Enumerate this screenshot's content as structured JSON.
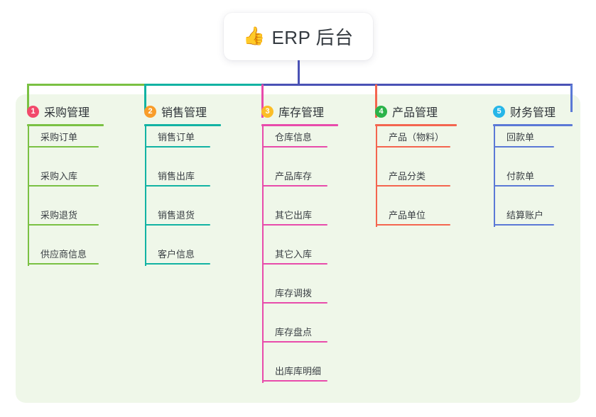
{
  "root": {
    "icon": "thumbs-up-icon",
    "emoji": "👍",
    "title": "ERP 后台"
  },
  "colors": {
    "panel_background": "#eff7e9",
    "root_stem": "#4a52b5",
    "bus_green": "#7ac143",
    "bus_teal": "#12b3a3",
    "bus_indigo": "#4a52b5",
    "col1": "#7ac143",
    "col2": "#12b3a3",
    "col3": "#e84bab",
    "col4": "#f4654f",
    "col5": "#5b79d6",
    "badge1": "#f2496b",
    "badge2": "#f99d2a",
    "badge3": "#fbbe27",
    "badge4": "#2bb34a",
    "badge5": "#26b6e8"
  },
  "columns": [
    {
      "index": "1",
      "badge": "1",
      "title": "采购管理",
      "badge_color": "#f2496b",
      "line_color": "#7ac143",
      "items": [
        {
          "label": "采购订单"
        },
        {
          "label": "采购入库"
        },
        {
          "label": "采购退货"
        },
        {
          "label": "供应商信息"
        }
      ]
    },
    {
      "index": "2",
      "badge": "2",
      "title": "销售管理",
      "badge_color": "#f99d2a",
      "line_color": "#12b3a3",
      "items": [
        {
          "label": "销售订单"
        },
        {
          "label": "销售出库"
        },
        {
          "label": "销售退货"
        },
        {
          "label": "客户信息"
        }
      ]
    },
    {
      "index": "3",
      "badge": "3",
      "title": "库存管理",
      "badge_color": "#fbbe27",
      "line_color": "#e84bab",
      "items": [
        {
          "label": "仓库信息"
        },
        {
          "label": "产品库存"
        },
        {
          "label": "其它出库"
        },
        {
          "label": "其它入库"
        },
        {
          "label": "库存调拨"
        },
        {
          "label": "库存盘点"
        },
        {
          "label": "出库库明细"
        }
      ]
    },
    {
      "index": "4",
      "badge": "4",
      "title": "产品管理",
      "badge_color": "#2bb34a",
      "line_color": "#f4654f",
      "items": [
        {
          "label": "产品（物料）"
        },
        {
          "label": "产品分类"
        },
        {
          "label": "产品单位"
        }
      ]
    },
    {
      "index": "5",
      "badge": "5",
      "title": "财务管理",
      "badge_color": "#26b6e8",
      "line_color": "#5b79d6",
      "items": [
        {
          "label": "回款单"
        },
        {
          "label": "付款单"
        },
        {
          "label": "结算账户"
        }
      ]
    }
  ]
}
